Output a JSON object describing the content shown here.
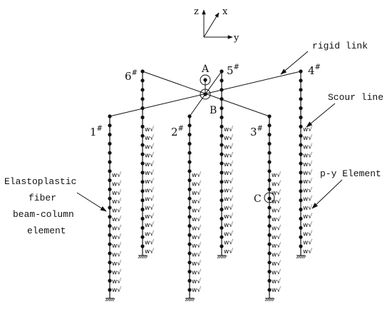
{
  "axes": {
    "z": "z",
    "x": "x",
    "y": "y"
  },
  "piles": [
    {
      "id": "1",
      "mark": "#"
    },
    {
      "id": "2",
      "mark": "#"
    },
    {
      "id": "3",
      "mark": "#"
    },
    {
      "id": "4",
      "mark": "#"
    },
    {
      "id": "5",
      "mark": "#"
    },
    {
      "id": "6",
      "mark": "#"
    }
  ],
  "points": {
    "a": "A",
    "b": "B",
    "c": "C"
  },
  "callouts": {
    "rigid_link": "rigid link",
    "scour_line": "Scour line",
    "py_element": "p-y Element",
    "fiber_line1": "Elastoplastic",
    "fiber_line2": "fiber",
    "fiber_line3": "beam-column",
    "fiber_line4": "element"
  },
  "spring_symbol": "w√"
}
